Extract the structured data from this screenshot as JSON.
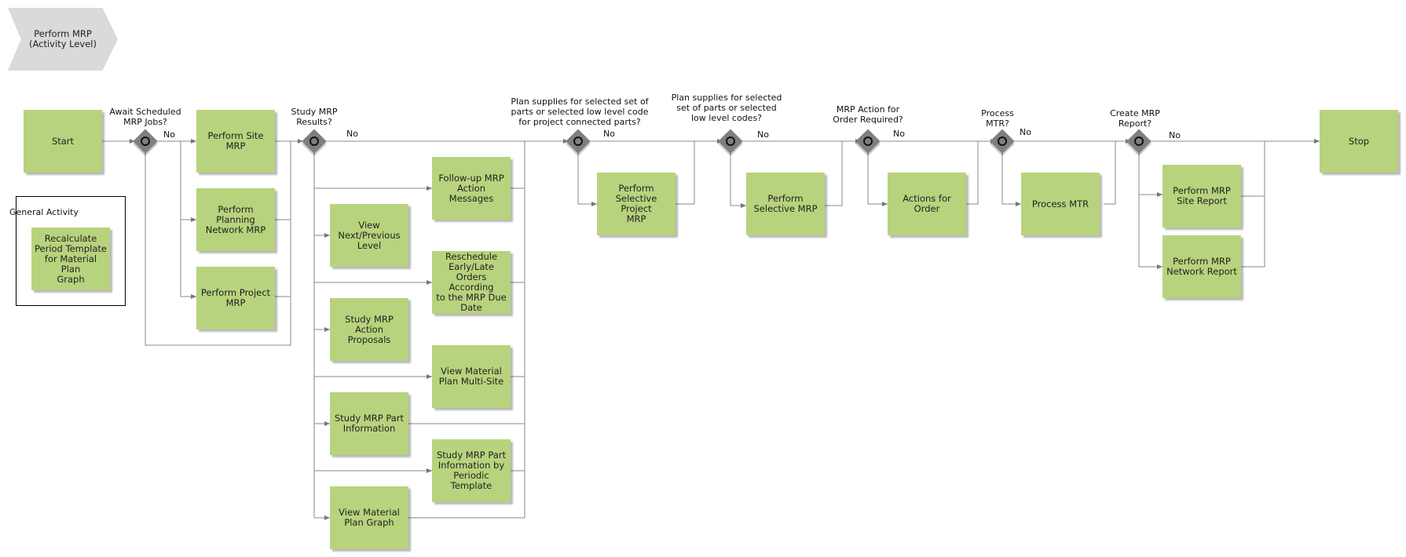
{
  "header": {
    "label": "Perform MRP\n(Activity Level)"
  },
  "legend": {
    "title": "General Activity",
    "activity": "Recalculate\nPeriod Template\nfor Material Plan\nGraph"
  },
  "activities": {
    "start": "Start",
    "perform_site_mrp": "Perform Site\nMRP",
    "perform_planning_network_mrp": "Perform\nPlanning\nNetwork MRP",
    "perform_project_mrp": "Perform Project\nMRP",
    "follow_up_action_messages": "Follow-up MRP\nAction Messages",
    "view_next_previous_level": "View\nNext/Previous\nLevel",
    "reschedule_orders": "Reschedule\nEarly/Late\nOrders According\nto the MRP Due\nDate",
    "study_mrp_action_proposals": "Study MRP Action\nProposals",
    "view_material_plan_multi_site": "View Material\nPlan Multi-Site",
    "study_mrp_part_information": "Study MRP Part\nInformation",
    "study_mrp_part_info_periodic": "Study MRP Part\nInformation by\nPeriodic\nTemplate",
    "view_material_plan_graph": "View Material\nPlan Graph",
    "perform_selective_project_mrp": "Perform\nSelective Project\nMRP",
    "perform_selective_mrp": "Perform\nSelective MRP",
    "actions_for_order": "Actions for\nOrder",
    "process_mtr": "Process MTR",
    "perform_mrp_site_report": "Perform MRP\nSite Report",
    "perform_mrp_network_report": "Perform MRP\nNetwork Report",
    "stop": "Stop"
  },
  "gateways": {
    "await_jobs": "Await Scheduled\nMRP Jobs?",
    "study_results": "Study MRP\nResults?",
    "plan_project_parts": "Plan supplies for selected set of\nparts or selected low level code\nfor project connected parts?",
    "plan_low_level": "Plan supplies for selected\nset of parts or selected\nlow level codes?",
    "action_for_order": "MRP Action for\nOrder Required?",
    "process_mtr": "Process\nMTR?",
    "create_report": "Create MRP\nReport?"
  },
  "branch_label": "No"
}
